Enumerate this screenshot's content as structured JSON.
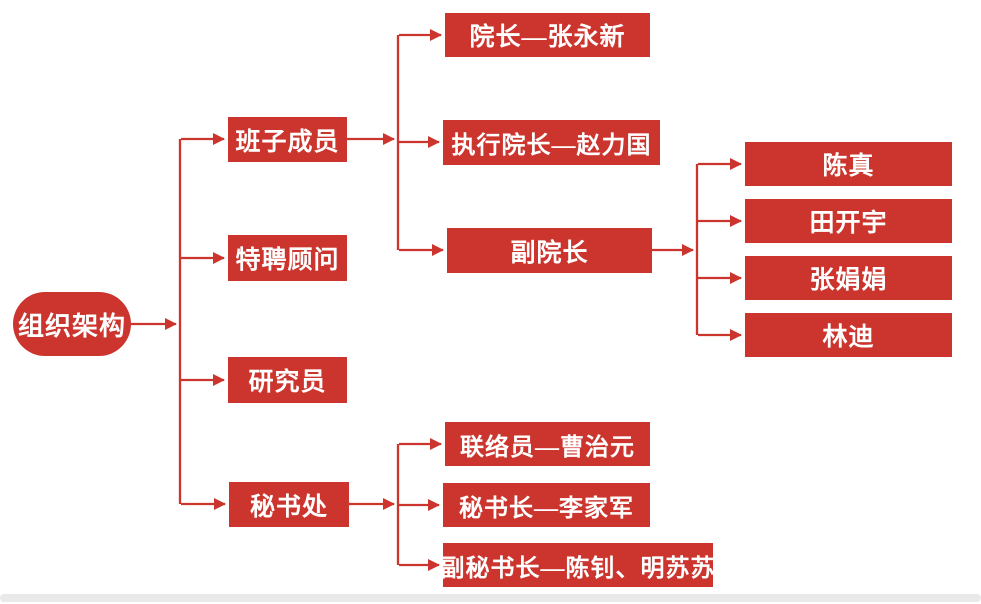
{
  "theme": {
    "accent": "#CC352E",
    "bottom_bar": "#E9E9E9",
    "text_on_accent": "#FFFFFF"
  },
  "org": {
    "root": {
      "label": "组织架构"
    },
    "branches": [
      {
        "label": "班子成员",
        "children": [
          {
            "label": "院长—张永新"
          },
          {
            "label": "执行院长—赵力国"
          },
          {
            "label": "副院长",
            "children": [
              {
                "label": "陈真"
              },
              {
                "label": "田开宇"
              },
              {
                "label": "张娟娟"
              },
              {
                "label": "林迪"
              }
            ]
          }
        ]
      },
      {
        "label": "特聘顾问"
      },
      {
        "label": "研究员"
      },
      {
        "label": "秘书处",
        "children": [
          {
            "label": "联络员—曹治元"
          },
          {
            "label": "秘书长—李家军"
          },
          {
            "label": "副秘书长—陈钊、明苏苏"
          }
        ]
      }
    ]
  }
}
